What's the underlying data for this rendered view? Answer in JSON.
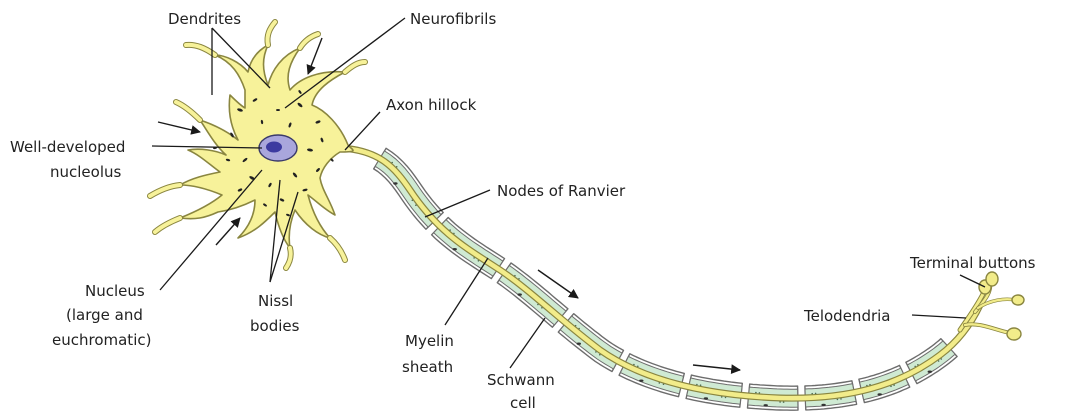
{
  "labels": {
    "dendrites": "Dendrites",
    "neurofibrils": "Neurofibrils",
    "axon_hillock": "Axon hillock",
    "nucleolus_line1": "Well-developed",
    "nucleolus_line2": "nucleolus",
    "nodes_of_ranvier": "Nodes of  Ranvier",
    "nucleus_line1": "Nucleus",
    "nucleus_line2": "(large and",
    "nucleus_line3": "euchromatic)",
    "nissl_line1": "Nissl",
    "nissl_line2": "bodies",
    "myelin_line1": "Myelin",
    "myelin_line2": "sheath",
    "schwann_line1": "Schwann",
    "schwann_line2": "cell",
    "telodendria": "Telodendria",
    "terminal_buttons": "Terminal buttons"
  },
  "colors": {
    "cell_body": "#f7f29a",
    "cell_outline": "#8a8640",
    "nucleus": "#a9a6dc",
    "nucleolus": "#3c3aa0",
    "myelin": "#cfead3",
    "myelin_outline": "#6d6d6d",
    "axon": "#f2ec8a",
    "nissl": "#222222"
  }
}
